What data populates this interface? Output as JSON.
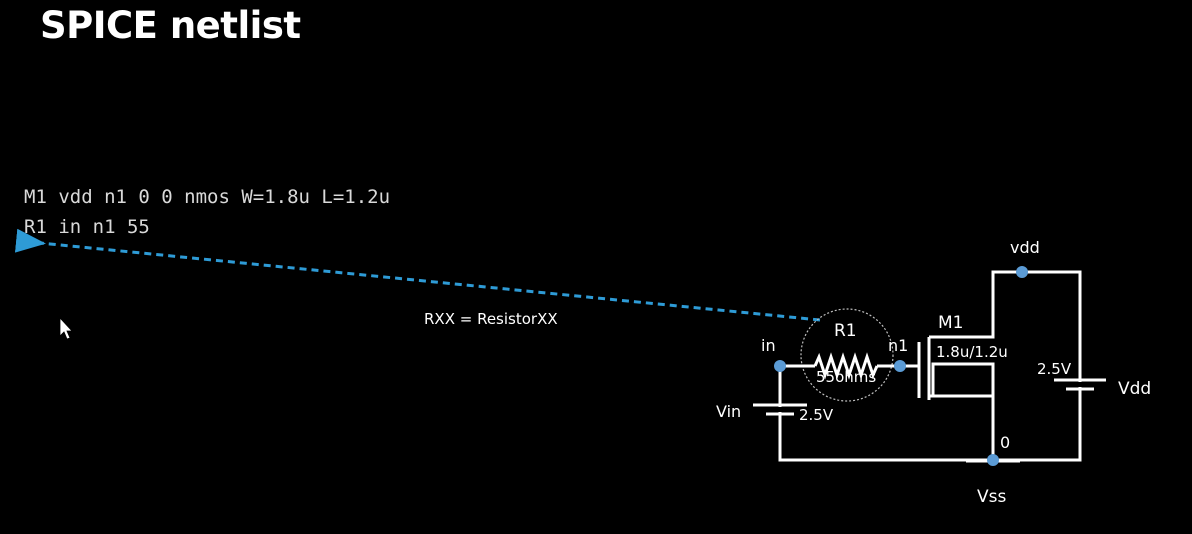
{
  "slide": {
    "title": "SPICE netlist"
  },
  "netlist": {
    "lines": [
      "M1 vdd n1 0 0 nmos W=1.8u L=1.2u",
      "R1 in n1 55"
    ]
  },
  "annotation": {
    "text": "RXX = ResistorXX",
    "color": "#2e9bd6"
  },
  "circuit": {
    "labels": {
      "vdd": "vdd",
      "in": "in",
      "n1": "n1",
      "r1_name": "R1",
      "r1_value": "55ohms",
      "m1_name": "M1",
      "m1_size": "1.8u/1.2u",
      "vin_name": "Vin",
      "vin_value": "2.5V",
      "vdd_source_value": "2.5V",
      "vdd_source_name": "Vdd",
      "ground_node": "0",
      "vss": "Vss"
    },
    "node_color": "#5b9bd5",
    "wire_color": "#ffffff"
  }
}
